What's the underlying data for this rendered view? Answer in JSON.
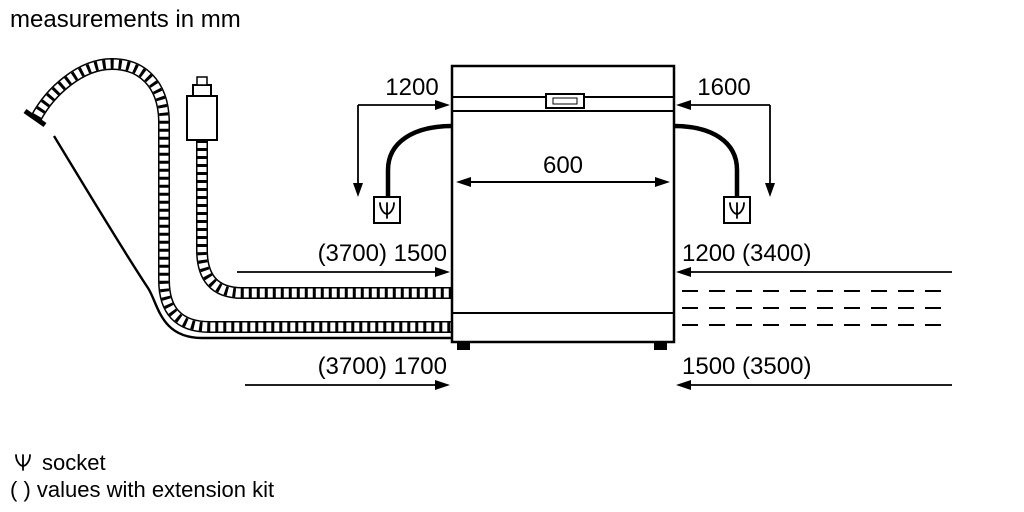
{
  "title": "measurements in mm",
  "colors": {
    "line": "#000000",
    "background": "#ffffff"
  },
  "appliance": {
    "type": "dishwasher-front-view"
  },
  "labels": {
    "socket_left_distance": "1200",
    "socket_right_distance": "1600",
    "appliance_width": "600",
    "supply_hose_length": "(3700) 1500",
    "right_upper_length": "1200 (3400)",
    "drain_hose_length": "(3700) 1700",
    "right_lower_length": "1500 (3500)"
  },
  "legend": {
    "socket_icon": "socket-icon",
    "socket_label": "socket",
    "extension_note": "( ) values with extension kit"
  }
}
